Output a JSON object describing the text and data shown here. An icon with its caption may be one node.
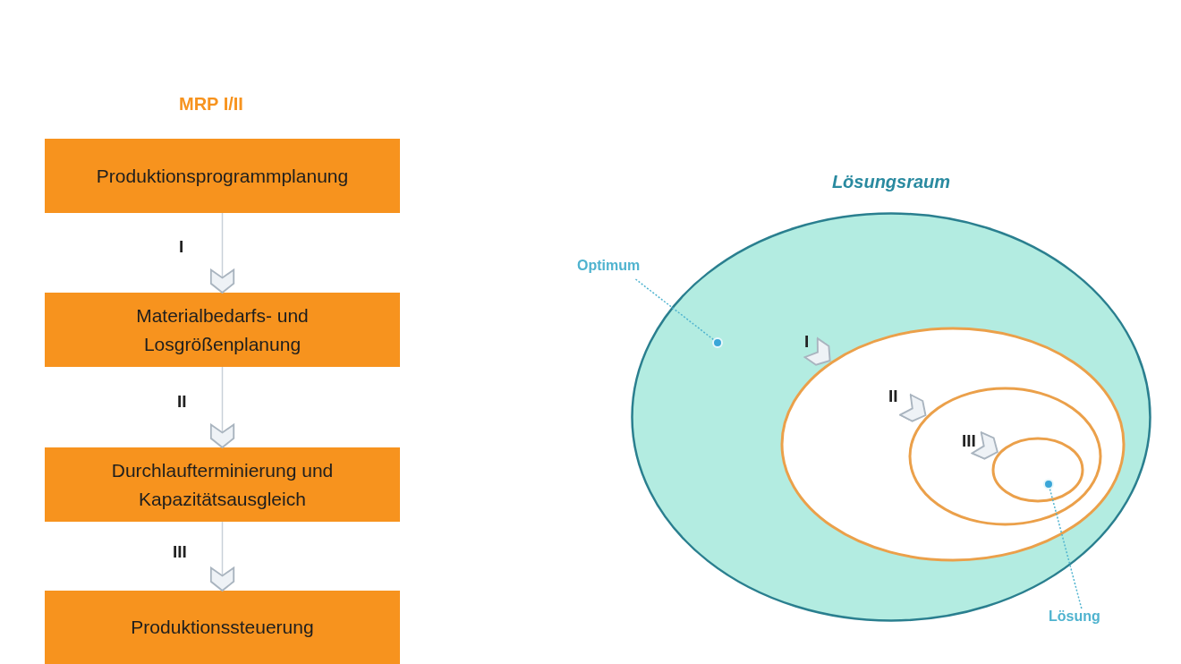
{
  "diagram": {
    "nodes": [
      {
        "text": [
          "Produktionsprogrammplanung"
        ]
      },
      {
        "text": [
          "Materialbedarfs- und Losgrößenplanung"
        ]
      },
      {
        "text": [
          "Durchlaufterminierung und Kapazitätsausgleich"
        ]
      },
      {
        "text": [
          "Produktionssteuerung"
        ]
      },
      {
        "text": [
          "Lösungsraum"
        ]
      },
      {
        "text": [],
        "shape": "ellipse",
        "in": 4
      },
      {
        "text": [],
        "shape": "ellipse",
        "in": 5
      },
      {
        "text": [],
        "shape": "ellipse",
        "in": 6
      },
      {
        "text": [
          "Optimum"
        ]
      },
      {
        "text": [],
        "shape": "circle",
        "in": 4
      },
      {
        "text": [
          "Lösung"
        ]
      },
      {
        "text": [],
        "shape": "circle",
        "in": 7
      }
    ],
    "edges": [
      {
        "from": 0,
        "to": 1,
        "arrow": "to",
        "label": "I"
      },
      {
        "from": 1,
        "to": 2,
        "arrow": "to",
        "label": "II"
      },
      {
        "from": 2,
        "to": 3,
        "arrow": "to",
        "label": "III"
      },
      {
        "from": null,
        "to": 5,
        "arrow": "to",
        "label": "I"
      },
      {
        "from": null,
        "to": 6,
        "arrow": "to",
        "label": "II"
      },
      {
        "from": null,
        "to": 7,
        "arrow": "to",
        "label": "III"
      },
      {
        "from": 8,
        "to": 9,
        "arrow": "none",
        "style": "dashed",
        "color": "#4fb3cf"
      },
      {
        "from": 10,
        "to": 11,
        "arrow": "none",
        "style": "dashed",
        "color": "#4fb3cf"
      }
    ],
    "labels": [
      "MRP I/II"
    ]
  }
}
